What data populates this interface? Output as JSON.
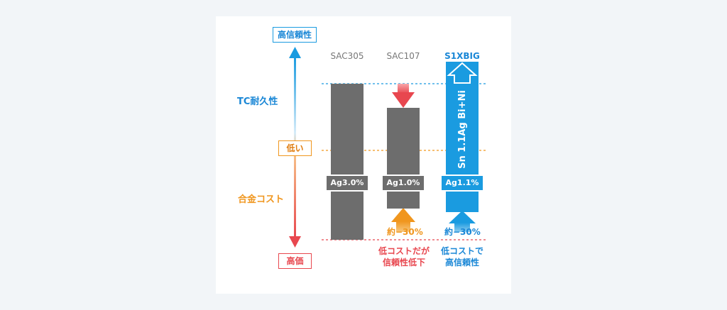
{
  "axis": {
    "top_label": "高信頼性",
    "tc_label": "TC耐久性",
    "mid_label": "低い",
    "cost_label": "合金コスト",
    "bottom_label": "高価"
  },
  "columns": [
    {
      "title": "SAC305",
      "tag": "Ag3.0%"
    },
    {
      "title": "SAC107",
      "tag": "Ag1.0%",
      "saving": "約−30%",
      "note_line1": "低コストだが",
      "note_line2": "信頼性低下"
    },
    {
      "title": "S1XBIG",
      "tag": "Ag1.1%",
      "saving": "約−30%",
      "vertical_text": "Sn 1.1Ag Bi+Ni",
      "note_line1": "低コストで",
      "note_line2": "高信頼性"
    }
  ],
  "colors": {
    "blue": "#1a9be0",
    "orange": "#f0961e",
    "red": "#e8474f",
    "gray_bar": "#6d6d6d",
    "title_blue": "#1a87d6"
  }
}
